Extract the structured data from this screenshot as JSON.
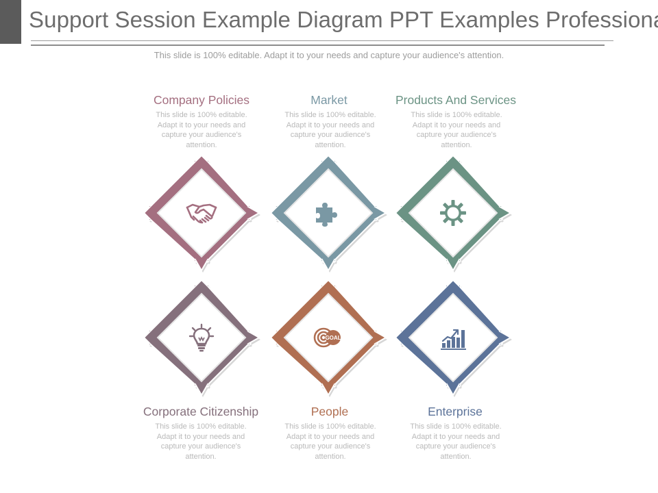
{
  "header": {
    "title": "Support Session Example Diagram PPT Examples Professional",
    "subtitle": "This slide is 100% editable. Adapt it to your needs and capture your audience's attention."
  },
  "items": [
    {
      "title": "Company Policies",
      "desc": "This slide is 100% editable. Adapt it to your needs and capture your audience's attention.",
      "color": "#a46f80",
      "icon": "handshake-icon"
    },
    {
      "title": "Market",
      "desc": "This slide is 100% editable. Adapt it to your needs and capture your audience's attention.",
      "color": "#7a98a4",
      "icon": "puzzle-icon"
    },
    {
      "title": "Products And Services",
      "desc": "This slide is 100% editable. Adapt it to your needs and capture your audience's attention.",
      "color": "#6b9384",
      "icon": "gear-icon"
    },
    {
      "title": "Corporate Citizenship",
      "desc": "This slide is 100% editable. Adapt it to your needs and capture your audience's attention.",
      "color": "#85707c",
      "icon": "lightbulb-icon"
    },
    {
      "title": "People",
      "desc": "This slide is 100% editable. Adapt it to your needs and capture your audience's attention.",
      "color": "#b06f52",
      "icon": "goal-target-icon",
      "icon_text": "GOAL"
    },
    {
      "title": "Enterprise",
      "desc": "This slide is 100% editable. Adapt it to your needs and capture your audience's attention.",
      "color": "#5c7399",
      "icon": "growth-chart-icon"
    }
  ]
}
